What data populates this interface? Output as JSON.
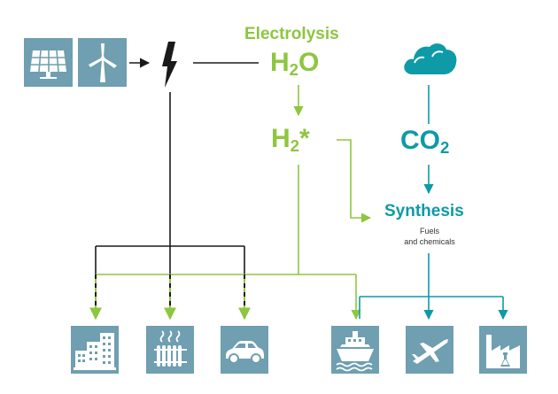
{
  "labels": {
    "electrolysis": "Electrolysis",
    "water_main": "H",
    "water_sub": "2",
    "water_tail": "O",
    "hydrogen_main": "H",
    "hydrogen_sub": "2",
    "hydrogen_star": "*",
    "co2_main": "CO",
    "co2_sub": "2",
    "synthesis": "Synthesis",
    "synthesis_note_line1": "Fuels",
    "synthesis_note_line2": "and chemicals"
  },
  "icons": {
    "sources": [
      "solar-panel-icon",
      "wind-turbine-icon"
    ],
    "power": "lightning-bolt-icon",
    "cloud": "cloud-icon",
    "sectors": [
      "buildings-icon",
      "radiator-icon",
      "car-icon",
      "ship-icon",
      "airplane-icon",
      "factory-icon"
    ]
  },
  "colors": {
    "tile": "#6f9fb0",
    "green": "#8dc63f",
    "teal": "#0e9aa7",
    "black": "#1a1a1a"
  }
}
